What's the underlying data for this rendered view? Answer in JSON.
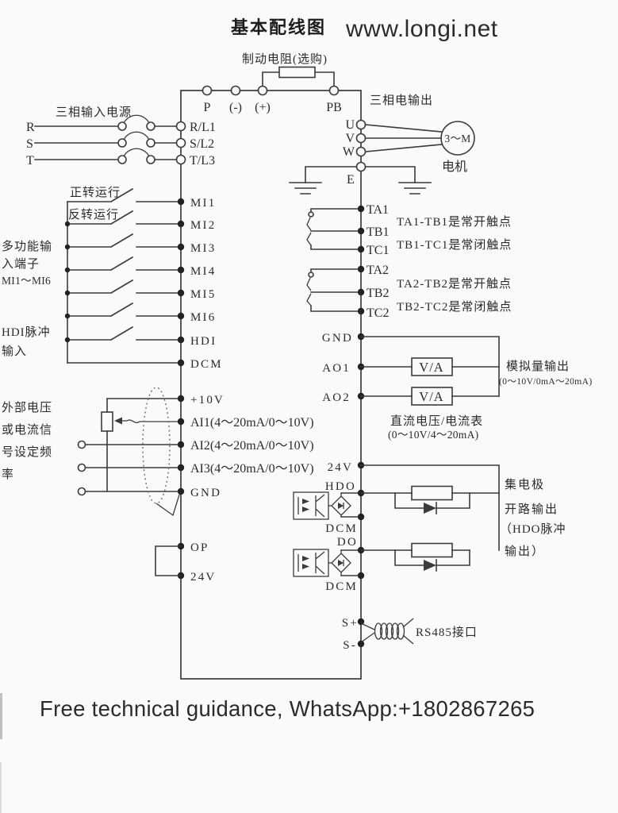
{
  "header": {
    "title": "基本配线图",
    "website": "www.longi.net"
  },
  "colors": {
    "accent_red": "#e0402e",
    "footer_red": "#cf4236",
    "line": "#3b3b3b"
  },
  "braking": {
    "label": "制动电阻(选购)"
  },
  "dc": {
    "p": "P",
    "minus": "(-)",
    "plus": "(+)",
    "pb": "PB"
  },
  "input_power": {
    "label": "三相输入电源",
    "rows": [
      {
        "src": "R",
        "term": "R/L1"
      },
      {
        "src": "S",
        "term": "S/L2"
      },
      {
        "src": "T",
        "term": "T/L3"
      }
    ]
  },
  "output": {
    "label": "三相电输出",
    "u": "U",
    "v": "V",
    "w": "W",
    "e": "E",
    "motor": "3～M",
    "motor_name": "电机"
  },
  "di": {
    "fwd": "正转运行",
    "rev": "反转运行",
    "grp": [
      "多功能输",
      "入端子",
      "MI1～MI6"
    ],
    "hdi_note": [
      "HDI脉冲",
      "输入"
    ],
    "terms": [
      "MI1",
      "MI2",
      "MI3",
      "MI4",
      "MI5",
      "MI6",
      "HDI",
      "DCM"
    ]
  },
  "relays": {
    "g1": {
      "t": [
        "TA1",
        "TB1",
        "TC1"
      ],
      "no": "TA1-TB1是常开触点",
      "nc": "TB1-TC1是常闭触点"
    },
    "g2": {
      "t": [
        "TA2",
        "TB2",
        "TC2"
      ],
      "no": "TA2-TB2是常开触点",
      "nc": "TB2-TC2是常闭触点"
    }
  },
  "ai": {
    "desc": [
      "外部电压",
      "或电流信",
      "号设定频",
      "率"
    ],
    "terms": [
      "+10V",
      "AI1(4～20mA/0～10V)",
      "AI2(4～20mA/0～10V)",
      "AI3(4～20mA/0～10V)",
      "GND"
    ]
  },
  "ao": {
    "gnd": "GND",
    "ao1": "AO1",
    "ao2": "AO2",
    "va": "V/A",
    "title": "模拟量输出",
    "range": "(0～10V/0mA～20mA)",
    "meter": "直流电压/电流表",
    "meter_range": "(0～10V/4～20mA)"
  },
  "ocout": {
    "v24": "24V",
    "hdo": "HDO",
    "dcm1": "DCM",
    "do": "DO",
    "dcm2": "DCM",
    "desc": [
      "集电极",
      "开路输出",
      "（HDO脉冲",
      "输出）"
    ]
  },
  "op": {
    "op": "OP",
    "v24": "24V"
  },
  "rs": {
    "sp": "S+",
    "sm": "S-",
    "label": "RS485接口"
  },
  "footer": {
    "text": "Free technical guidance, WhatsApp:+1802867265"
  }
}
